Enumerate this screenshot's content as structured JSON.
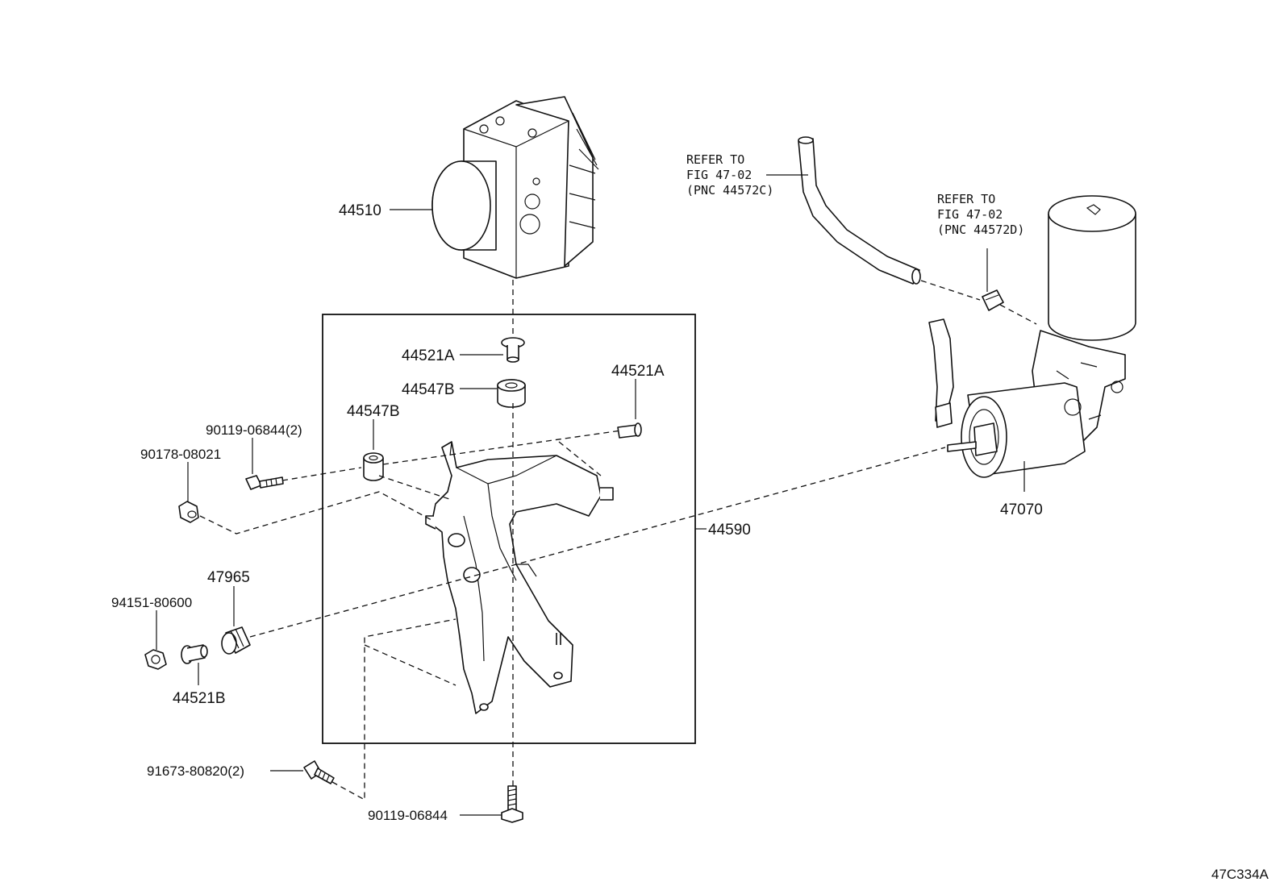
{
  "labels": {
    "abs_actuator": "44510",
    "bracket_assy": "44590",
    "pump_motor": "47070",
    "collar_top": "44521A",
    "collar_right": "44521A",
    "cushion_top": "44547B",
    "cushion_left": "44547B",
    "bolt_pair": "90119-06844(2)",
    "nut_small": "90178-08021",
    "cushion_lower": "47965",
    "nut_lower": "94151-80600",
    "collar_lower": "44521B",
    "bolt_bottom_left": "91673-80820(2)",
    "bolt_bottom": "90119-06844"
  },
  "refer_left": {
    "line1": "REFER TO",
    "line2": "FIG 47-02",
    "line3": "(PNC 44572C)"
  },
  "refer_right": {
    "line1": "REFER TO",
    "line2": "FIG 47-02",
    "line3": "(PNC 44572D)"
  },
  "figure_code": "47C334A"
}
